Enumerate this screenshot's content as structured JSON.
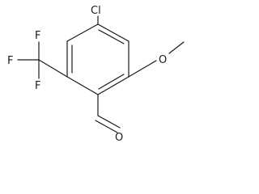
{
  "molecule": {
    "atoms": {
      "chlorine": "Cl",
      "oxygen_methoxy": "O",
      "oxygen_aldehyde": "O",
      "fluorine_top": "F",
      "fluorine_left": "F",
      "fluorine_bottom": "F"
    },
    "colors": {
      "bond": "#1a1a1a",
      "background": "#ffffff"
    }
  }
}
